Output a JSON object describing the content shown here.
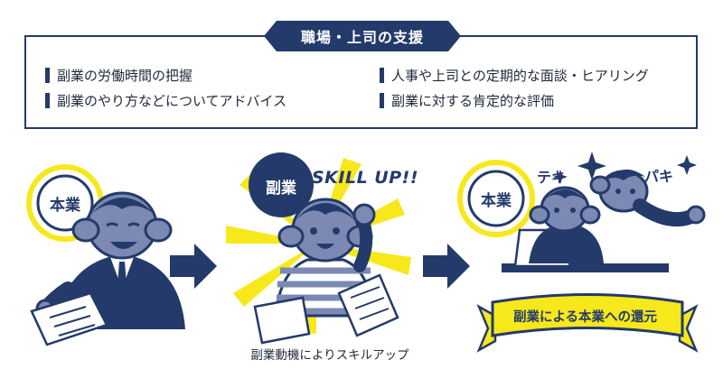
{
  "support_box": {
    "title": "職場・上司の支援",
    "items": [
      {
        "text": "副業の労働時間の把握"
      },
      {
        "text": "人事や上司との定期的な面談・ヒアリング"
      },
      {
        "text": "副業のやり方などについてアドバイス"
      },
      {
        "text": "副業に対する肯定的な評価"
      }
    ]
  },
  "panel_main_job": {
    "badge": "本業"
  },
  "panel_side_job": {
    "badge": "副業",
    "exclaim": "SKILL UP!!",
    "caption": "副業動機によりスキルアップ"
  },
  "panel_return": {
    "badge": "本業",
    "sfx_left": "テキ",
    "sfx_right": "パキ",
    "ribbon": "副業による本業への還元"
  },
  "colors": {
    "navy": "#233a6b",
    "character": "#7b89b3",
    "highlight": "#f7e81c"
  },
  "icons": [
    "arrow-right-icon",
    "sparkle-icon"
  ]
}
